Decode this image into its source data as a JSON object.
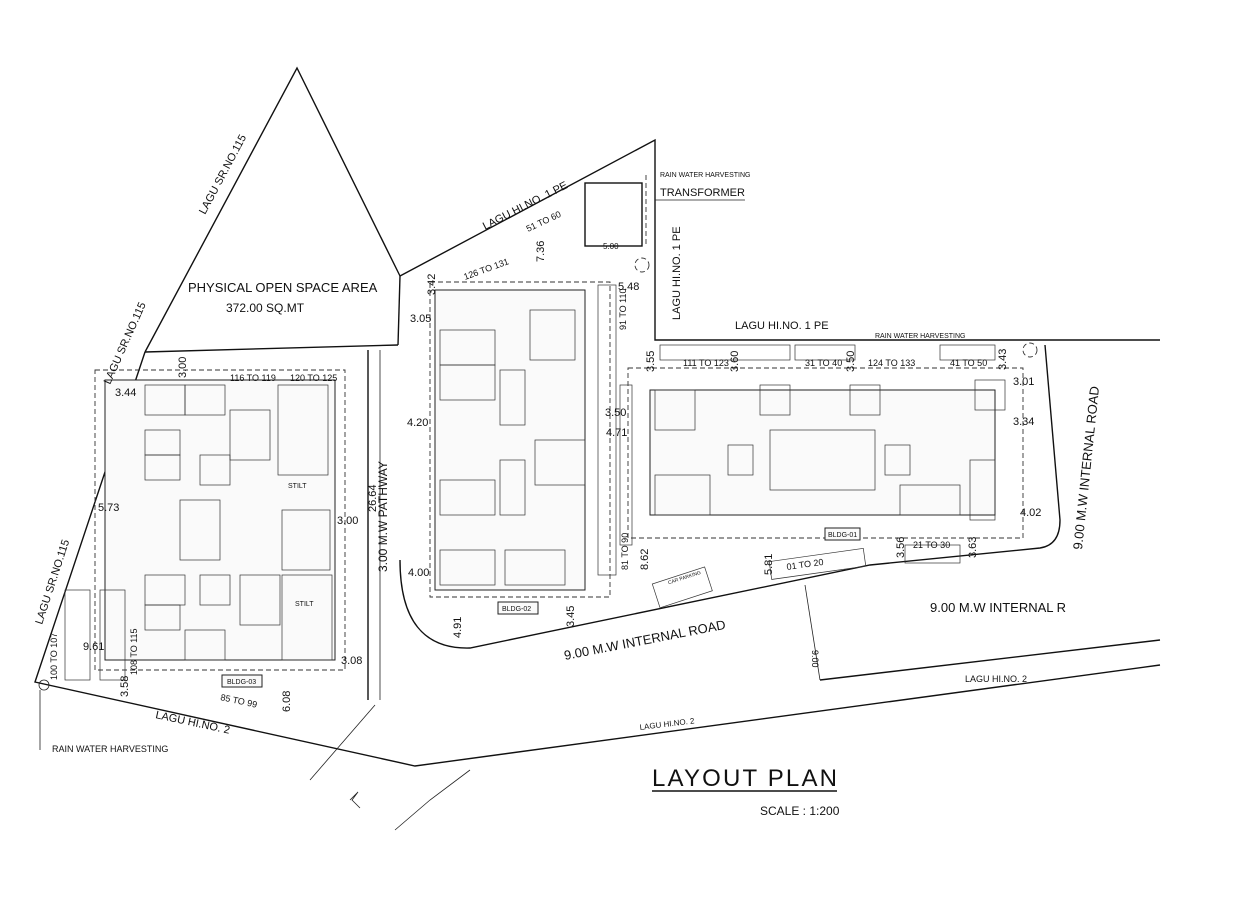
{
  "title": "LAYOUT PLAN",
  "scale": "SCALE : 1:200",
  "open_space": {
    "label": "PHYSICAL OPEN SPACE AREA",
    "area": "372.00 SQ.MT"
  },
  "boundaries": {
    "lagu_sr_115": "LAGU SR.NO.115",
    "lagu_hi_1pe": "LAGU HI.NO. 1 PE",
    "lagu_hi_2": "LAGU HI.NO. 2"
  },
  "roads": {
    "pathway": "3.00 M.W PATHWAY",
    "internal_road": "9.00 M.W INTERNAL ROAD",
    "internal_road_cut": "9.00 M.W INTERNAL R"
  },
  "utilities": {
    "rwh": "RAIN WATER HARVESTING",
    "transformer": "TRANSFORMER",
    "transformer_dim": "5.00",
    "car_parking": "CAR PARKING"
  },
  "buildings": {
    "b1": "BLDG-01",
    "b2": "BLDG-02",
    "b3": "BLDG-03"
  },
  "parking_ranges": [
    "116 TO 119",
    "120 TO 125",
    "126 TO 131",
    "51 TO 60",
    "91 TO 110",
    "111 TO 123",
    "31 TO 40",
    "124 TO 133",
    "41 TO 50",
    "21 TO 30",
    "01 TO 20",
    "85 TO 99",
    "100 TO 107",
    "108 TO 115",
    "81 TO 90"
  ],
  "dimensions": [
    "3.44",
    "3.00",
    "5.73",
    "9.61",
    "3.58",
    "6.08",
    "3.08",
    "26.64",
    "3.00",
    "4.20",
    "4.00",
    "3.05",
    "3.42",
    "7.36",
    "5.48",
    "3.55",
    "3.60",
    "3.50",
    "3.43",
    "3.01",
    "3.34",
    "4.02",
    "3.63",
    "3.56",
    "5.81",
    "8.62",
    "4.71",
    "3.50",
    "4.91",
    "3.45",
    "9.00"
  ],
  "stilt": "STILT"
}
